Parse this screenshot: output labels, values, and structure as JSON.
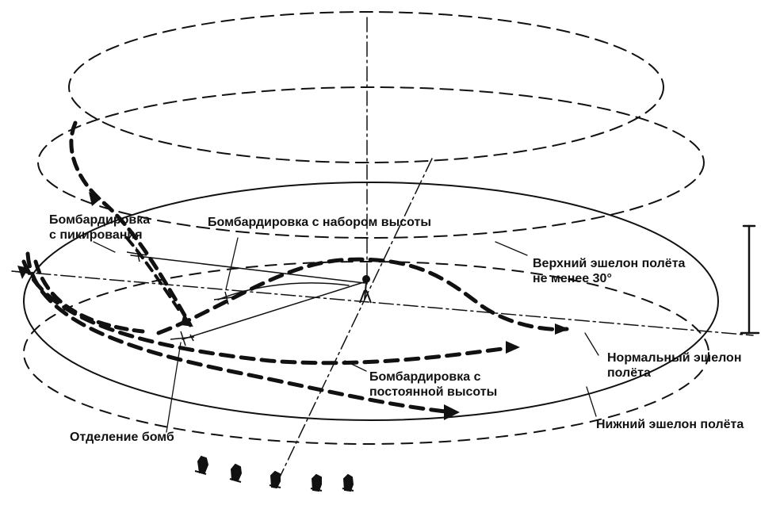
{
  "labels": {
    "dive": [
      "Бомбардировка",
      "с пикирования"
    ],
    "climb": "Бомбардировка с набором высоты",
    "upper": [
      "Верхний эшелон полёта",
      "не менее 30°"
    ],
    "normal": [
      "Нормальный эшелон",
      "полёта"
    ],
    "constant": [
      "Бомбардировка с",
      "постоянной высоты"
    ],
    "lower": "Нижний эшелон полёта",
    "release": "Отделение бомб"
  },
  "colors": {
    "ink": "#111111",
    "paper": "#ffffff"
  }
}
